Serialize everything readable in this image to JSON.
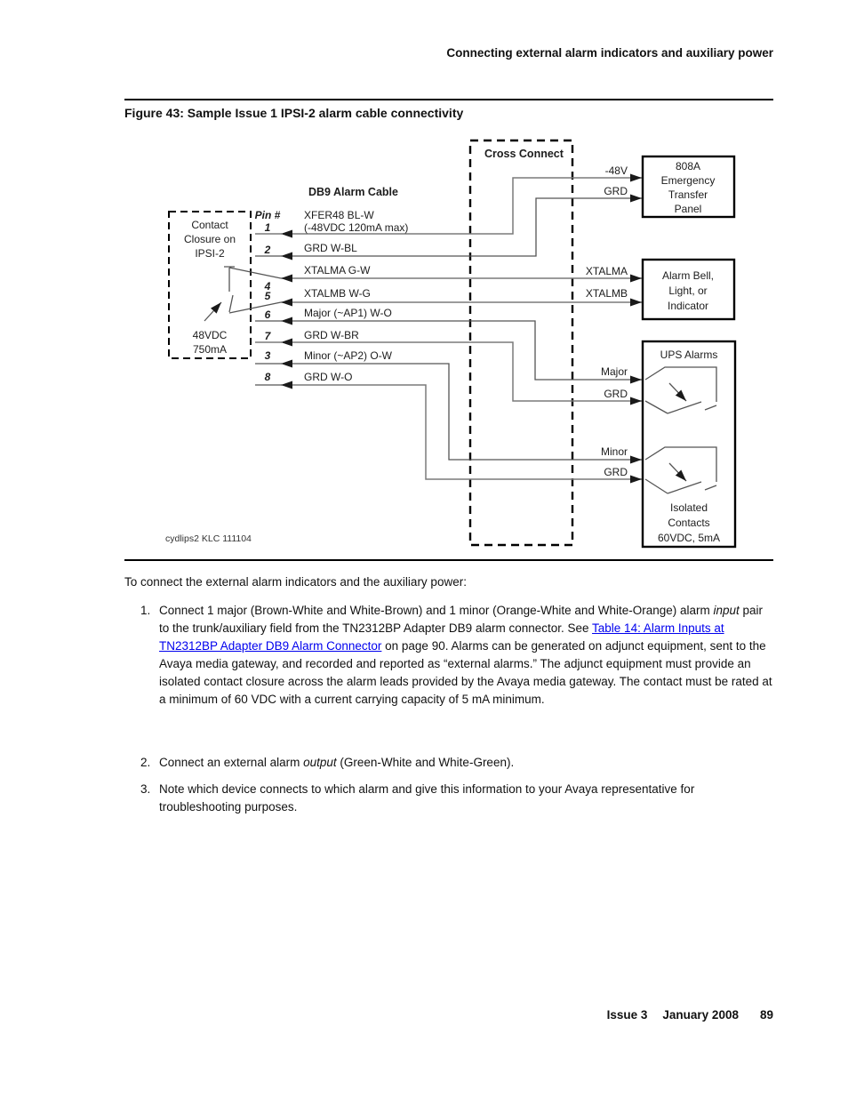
{
  "page": {
    "header": "Connecting external alarm indicators and auxiliary power",
    "figure_title": "Figure 43: Sample Issue 1 IPSI-2 alarm cable connectivity",
    "footer": {
      "issue": "Issue 3",
      "date": "January 2008",
      "page_number": "89"
    }
  },
  "diagram": {
    "cross_connect_label": "Cross Connect",
    "db9_cable_label": "DB9 Alarm Cable",
    "figure_code": "cydlips2 KLC 111104",
    "contact_closure": {
      "lines": [
        "Contact",
        "Closure on",
        "IPSI-2"
      ],
      "rating": [
        "48VDC",
        "750mA"
      ]
    },
    "pin_header": "Pin #",
    "pins": [
      {
        "pin": "1",
        "label": "XFER48 BL-W",
        "sublabel": "(-48VDC 120mA max)"
      },
      {
        "pin": "2",
        "label": "GRD W-BL"
      },
      {
        "pin": "4",
        "label": "XTALMA G-W"
      },
      {
        "pin": "5",
        "label": "XTALMB W-G"
      },
      {
        "pin": "6",
        "label": "Major (~AP1) W-O"
      },
      {
        "pin": "7",
        "label": "GRD W-BR"
      },
      {
        "pin": "3",
        "label": "Minor (~AP2) O-W"
      },
      {
        "pin": "8",
        "label": "GRD W-O"
      }
    ],
    "connections": {
      "neg48": "-48V",
      "neg48_grd": "GRD",
      "xtalma": "XTALMA",
      "xtalmb": "XTALMB",
      "major": "Major",
      "major_grd": "GRD",
      "minor": "Minor",
      "minor_grd": "GRD"
    },
    "boxes": {
      "etp": {
        "lines": [
          "808A",
          "Emergency",
          "Transfer",
          "Panel"
        ]
      },
      "bell": {
        "lines": [
          "Alarm Bell,",
          "Light, or",
          "Indicator"
        ]
      },
      "ups": {
        "title": "UPS Alarms",
        "lines": [
          "Isolated",
          "Contacts",
          "60VDC, 5mA"
        ]
      }
    }
  },
  "body": {
    "intro": "To connect the external alarm indicators and the auxiliary power:",
    "link_color": "#0000EE",
    "items": [
      {
        "num": "1.",
        "runs": [
          {
            "text": "Connect 1 major (Brown-White and White-Brown) and 1 minor (Orange-White and White-Orange) alarm ",
            "style": "normal"
          },
          {
            "text": "input",
            "style": "italic"
          },
          {
            "text": " pair to the trunk/auxiliary field from the TN2312BP Adapter DB9 alarm connector. See ",
            "style": "normal"
          },
          {
            "text": "Table 14:  Alarm Inputs at TN2312BP Adapter DB9 Alarm Connector",
            "style": "link"
          },
          {
            "text": " on page 90. Alarms can be generated on adjunct equipment, sent to the Avaya media gateway, and recorded and reported as “external alarms.” The adjunct equipment must provide an isolated contact closure across the alarm leads provided by the Avaya media gateway. The contact must be rated at a minimum of 60 VDC with a current carrying capacity of 5 mA minimum.",
            "style": "normal"
          }
        ]
      },
      {
        "num": "2.",
        "runs": [
          {
            "text": "Connect an external alarm ",
            "style": "normal"
          },
          {
            "text": "output",
            "style": "italic"
          },
          {
            "text": " (Green-White and White-Green).",
            "style": "normal"
          }
        ]
      },
      {
        "num": "3.",
        "runs": [
          {
            "text": "Note which device connects to which alarm and give this information to your Avaya representative for troubleshooting purposes.",
            "style": "normal"
          }
        ]
      }
    ]
  }
}
